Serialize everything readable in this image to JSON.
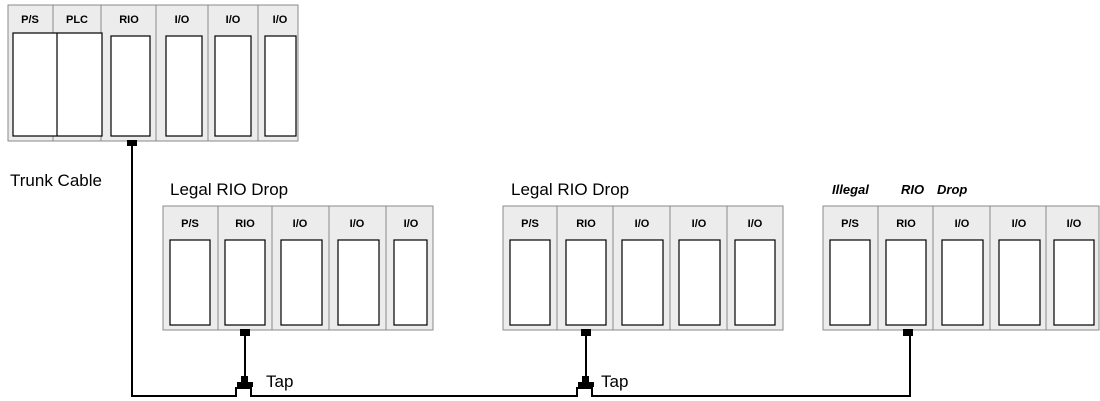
{
  "main_rack": {
    "slots": [
      "P/S",
      "PLC",
      "RIO",
      "I/O",
      "I/O",
      "I/O"
    ]
  },
  "drops": [
    {
      "caption": "Legal RIO Drop",
      "slots": [
        "P/S",
        "RIO",
        "I/O",
        "I/O",
        "I/O"
      ]
    },
    {
      "caption": "Legal RIO Drop",
      "slots": [
        "P/S",
        "RIO",
        "I/O",
        "I/O",
        "I/O"
      ]
    },
    {
      "caption_words": [
        "Illegal",
        "RIO",
        "Drop"
      ],
      "slots": [
        "P/S",
        "RIO",
        "I/O",
        "I/O",
        "I/O"
      ]
    }
  ],
  "labels": {
    "trunk_cable": "Trunk Cable",
    "tap1": "Tap",
    "tap2": "Tap"
  }
}
